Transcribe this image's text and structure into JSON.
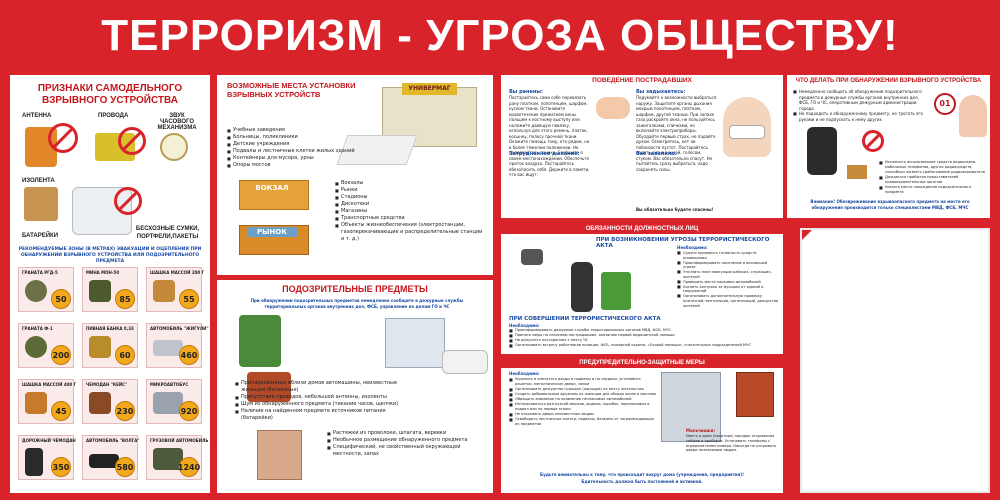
{
  "title": "ТЕРРОРИЗМ - УГРОЗА ОБЩЕСТВУ!",
  "colors": {
    "brand_red": "#d9232a",
    "badge_orange": "#f2a81d",
    "blue": "#1a4aa3"
  },
  "p1": {
    "heading": "ПРИЗНАКИ САМОДЕЛЬНОГО ВЗРЫВНОГО УСТРОЙСТВА",
    "labels": [
      "АНТЕННА",
      "ПРОВОДА",
      "ЗВУК ЧАСОВОГО МЕХАНИЗМА",
      "ИЗОЛЕНТА",
      "БАТАРЕЙКИ",
      "БЕСХОЗНЫЕ СУМКИ, ПОРТФЕЛИ,ПАКЕТЫ"
    ],
    "zones_title": "РЕКОМЕНДУЕМЫЕ ЗОНЫ (В МЕТРАХ) ЭВАКУАЦИИ И ОЦЕПЛЕНИЯ ПРИ ОБНАРУЖЕНИИ ВЗРЫВНОГО УСТРОЙСТВА ИЛИ ПОДОЗРИТЕЛЬНОГО ПРЕДМЕТА",
    "grid": [
      {
        "name": "ГРАНАТА РГД-5",
        "value": "50"
      },
      {
        "name": "МИНА МОН-50",
        "value": "85"
      },
      {
        "name": "ШАШКА МАССОЙ 200 Г",
        "value": "55"
      },
      {
        "name": "ГРАНАТА Ф-1",
        "value": "200"
      },
      {
        "name": "ПИВНАЯ БАНКА 0,33",
        "value": "60"
      },
      {
        "name": "АВТОМОБИЛЬ \"ЖИГУЛИ\"",
        "value": "460"
      },
      {
        "name": "ШАШКА МАССОЙ 400 Г",
        "value": "45"
      },
      {
        "name": "ЧЕМОДАН \"КЕЙС\"",
        "value": "230"
      },
      {
        "name": "МИКРОАВТОБУС",
        "value": "920"
      },
      {
        "name": "ДОРОЖНЫЙ ЧЕМОДАН",
        "value": "350"
      },
      {
        "name": "АВТОМОБИЛЬ \"ВОЛГА\"",
        "value": "580"
      },
      {
        "name": "ГРУЗОВОЙ АВТОМОБИЛЬ",
        "value": "1240"
      }
    ]
  },
  "p2": {
    "heading": "ВОЗМОЖНЫЕ МЕСТА УСТАНОВКИ ВЗРЫВНЫХ УСТРОЙСТВ",
    "sign_store": "УНИВЕРМАГ",
    "sign_station": "ВОКЗАЛ",
    "sign_market": "РЫНОК",
    "list1": [
      "Учебные заведения",
      "Больницы, поликлиники",
      "Детские учреждения",
      "Подвалы и лестничные клетки жилых зданий",
      "Контейнеры для мусора, урны",
      "Опоры мостов"
    ],
    "list2": [
      "Вокзалы",
      "Рынки",
      "Стадионы",
      "Дискотеки",
      "Магазины",
      "Транспортные средства",
      "Объекты жизнеобеспечения (электростанции, газоперекачивающие и распределительные станции и т. д.)"
    ]
  },
  "p3": {
    "heading": "ПОВЕДЕНИЕ ПОСТРАДАВШИХ",
    "col1_head": "Вы ранены:",
    "col1_sub": "Затрудненное дыхание:",
    "col2_head": "Вы задыхаетесь:",
    "col2_sub": "Вас завалило:",
    "col1_text": "Постарайтесь сами себе перевязать рану платком, полотенцем, шарфом, куском ткани. Остановите кровотечение прижатием вены пальцем к костному выступу или наложите давящую повязку, используя для этого ремень, платок, косынку, полосу прочной ткани. Окажите помощь тому, кто рядом, но в более тяжелом положении. Не поддавайтесь панике. Сообщите о своем местонахождении. Обеспечьте приток воздуха. Постарайтесь обезопасить себя. Держите в памяти, что вас ищут.",
    "col2_text": "Подумайте о возможности выбраться наружу. Защитите органы дыхания мокрым полотенцем, платком, шарфом, другой тканью. При запахе газа раскройте окна, не пользуйтесь зажигалками, спичками, не включайте электроприборы. Обуздайте первый страх, не падайте духом. Осмотритесь, нет ли поблизости пустот. Постарайтесь подать сигнал рукой, голосом, стуком. Вас обязательно спасут. Не пытайтесь сразу выбраться, надо сохранять силы.",
    "col2_end": "Вы обязательно будете спасены!"
  },
  "p4": {
    "heading": "ЧТО ДЕЛАТЬ ПРИ ОБНАРУЖЕНИИ ВЗРЫВНОГО УСТРОЙСТВА",
    "phone": "01",
    "top_list": [
      "Немедленно сообщить об обнаружении подозрительного предмета в дежурные службы органов внутренних дел, ФСБ, ГО и ЧС, оперативным дежурным администрации города",
      "Не подходить к обнаруженному предмету, не трогать его руками и не подпускать к нему других"
    ],
    "bottom_list": [
      "Исключить использование средств радиосвязи, мобильных телефонов, других радиосредств, способных вызвать срабатывание радиовзрывателя",
      "Дождаться прибытия представителей правоохранительных органов",
      "Указать место нахождения подозрительного предмета"
    ],
    "warning": "Внимание! Обезвреживание взрывоопасного предмета на месте его обнаружения производится только специалистами МВД, ФСБ, МЧС"
  },
  "p5": {
    "heading": "ПОДОЗРИТЕЛЬНЫЕ ПРЕДМЕТЫ",
    "intro": "При обнаружении подозрительных предметов немедленно сообщите в дежурные службы территориальных органов внутренних дел, ФСБ, управление по делам ГО и ЧС",
    "list1": [
      "Припаркованные вблизи домов автомашины, неизвестные жильцам (бесхозные)",
      "Присутствие проводов, небольшой антенны, изоленты",
      "Шум из обнаруженного предмета (тикание часов, щелчки)",
      "Наличие на найденном предмете источников питания (батарейки)"
    ],
    "list2": [
      "Растяжки из проволоки, шпагата, веревки",
      "Необычное размещение обнаруженного предмета",
      "Специфический, не свойственный окружающей местности, запах"
    ]
  },
  "p6": {
    "heading": "ОБЯЗАННОСТИ ДОЛЖНОСТНЫХ ЛИЦ",
    "sub_threat": "ПРИ ВОЗНИКНОВЕНИИ УГРОЗЫ ТЕРРОРИСТИЧЕСКОГО АКТА",
    "need1": "Необходимо:",
    "threat_list": [
      "Срочно проверить готовность средств оповещения",
      "Проинформировать население о возникшей угрозе",
      "Уточнить план эвакуации рабочих, служащих, жителей",
      "Проверить места парковки автомобилей",
      "Усилить контроль за мусором от зданий и сооружений",
      "Организовать дополнительную проверку приточной, вентиляции, организаций, дежурства жителей"
    ],
    "sub_commit": "ПРИ СОВЕРШЕНИИ ТЕРРОРИСТИЧЕСКОГО АКТА",
    "need2": "Необходимо:",
    "commit_list": [
      "Проинформировать дежурные службы территориальных органов МВД, ФСБ, МЧС",
      "Принять меры по спасению пострадавших, оказанию первой медицинской помощи",
      "Не допускать посторонних к месту ЧС",
      "Организовать встречу работников полиции, ФСБ, пожарной охраны, «Скорой помощи», спасательных подразделений МЧС"
    ]
  },
  "p7": {
    "heading": "ПРЕДУПРЕДИТЕЛЬНО-ЗАЩИТНЫЕ МЕРЫ",
    "need": "Необходимо:",
    "list": [
      "Укрепить и опечатать входы в подвалы и на чердаки, установить решетки, металлические двери, замки",
      "Организовать дежурство граждан (жильцов) по месту жительства",
      "Создать добровольные дружины из жильцов для обхода жилого массива",
      "Обращать внимание на появление незнакомых автомобилей",
      "Интересоваться разгрузкой мешков, ящиков, коробок, переносимых в подвал или на первые этажи",
      "Не открывать двери неизвестным людям",
      "Освободить лестничные клетки, подвалы, балконы от загромождающих их предметов"
    ],
    "memo_head": "Мальчишки:",
    "memo_text": "Иметь в доме (квартире) порядок открывания сейфов и приборов. Установить телефоны с определителем номера. Никогда не открывать двери незнакомым людям.",
    "footer1": "Будьте внимательны к тому, что происходит вокруг дома (учреждения, предприятия)!",
    "footer2": "Бдительность должна быть постоянной и активной."
  }
}
